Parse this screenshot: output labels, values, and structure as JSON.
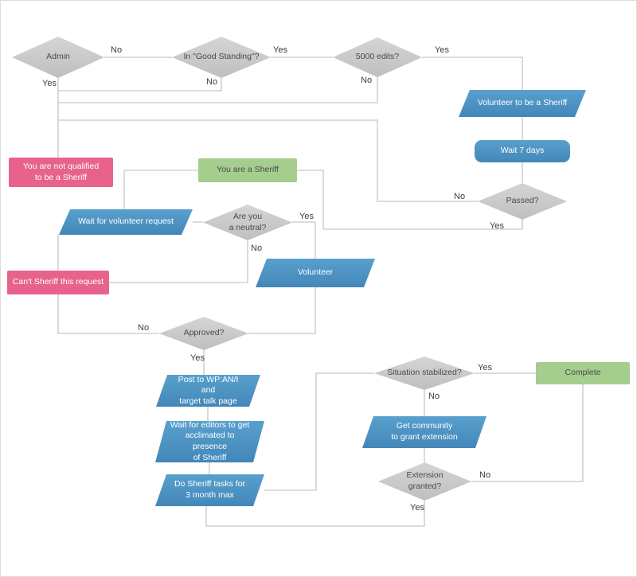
{
  "diagram": {
    "type": "flowchart",
    "colors": {
      "decision_fill": "#cbcbcb",
      "io_fill": "#4d94c4",
      "negative_fill": "#e7638b",
      "positive_fill": "#a5cd8d",
      "connector": "#c7c7c7"
    },
    "nodes": {
      "admin": {
        "type": "decision",
        "label": "Admin"
      },
      "good_standing": {
        "type": "decision",
        "label": "In \"Good Standing\"?"
      },
      "edits_5000": {
        "type": "decision",
        "label": "5000 edits?"
      },
      "volunteer_sheriff": {
        "type": "io",
        "label": "Volunteer to be a Sheriff"
      },
      "wait_7_days": {
        "type": "delay",
        "label": "Wait 7 days"
      },
      "passed": {
        "type": "decision",
        "label": "Passed?"
      },
      "not_qualified": {
        "type": "result_negative",
        "label": "You are not qualified\nto be a Sheriff"
      },
      "you_are_sheriff": {
        "type": "result_positive",
        "label": "You are a Sheriff"
      },
      "wait_volunteer": {
        "type": "io",
        "label": "Wait for volunteer request"
      },
      "are_you_neutral": {
        "type": "decision",
        "label": "Are you\na neutral?"
      },
      "volunteer": {
        "type": "io",
        "label": "Volunteer"
      },
      "cant_sheriff": {
        "type": "result_negative",
        "label": "Can't Sheriff this request"
      },
      "approved": {
        "type": "decision",
        "label": "Approved?"
      },
      "post_to_wp": {
        "type": "io",
        "label": "Post to WP:AN/I and\ntarget talk page"
      },
      "wait_editors": {
        "type": "io",
        "label": "Wait for editors to get\nacclimated to presence\nof Sheriff"
      },
      "do_sheriff_tasks": {
        "type": "io",
        "label": "Do Sheriff tasks for\n3 month max"
      },
      "situation_stabilized": {
        "type": "decision",
        "label": "Situation stabilized?"
      },
      "complete": {
        "type": "result_positive",
        "label": "Complete"
      },
      "get_community": {
        "type": "io",
        "label": "Get community\nto grant extension"
      },
      "extension_granted": {
        "type": "decision",
        "label": "Extension\ngranted?"
      }
    },
    "edges": [
      {
        "from": "admin",
        "to": "good_standing",
        "label": "No"
      },
      {
        "from": "good_standing",
        "to": "edits_5000",
        "label": "Yes"
      },
      {
        "from": "edits_5000",
        "to": "volunteer_sheriff",
        "label": "Yes"
      },
      {
        "from": "volunteer_sheriff",
        "to": "wait_7_days",
        "label": ""
      },
      {
        "from": "wait_7_days",
        "to": "passed",
        "label": ""
      },
      {
        "from": "admin",
        "to": "not_qualified",
        "label": "Yes"
      },
      {
        "from": "good_standing",
        "to": "not_qualified",
        "label": "No"
      },
      {
        "from": "edits_5000",
        "to": "not_qualified",
        "label": "No"
      },
      {
        "from": "passed",
        "to": "not_qualified",
        "label": "No"
      },
      {
        "from": "passed",
        "to": "you_are_sheriff",
        "label": "Yes"
      },
      {
        "from": "you_are_sheriff",
        "to": "wait_volunteer",
        "label": ""
      },
      {
        "from": "wait_volunteer",
        "to": "are_you_neutral",
        "label": ""
      },
      {
        "from": "are_you_neutral",
        "to": "volunteer",
        "label": "Yes"
      },
      {
        "from": "are_you_neutral",
        "to": "cant_sheriff",
        "label": "No"
      },
      {
        "from": "volunteer",
        "to": "approved",
        "label": ""
      },
      {
        "from": "approved",
        "to": "cant_sheriff",
        "label": "No"
      },
      {
        "from": "cant_sheriff",
        "to": "wait_volunteer",
        "label": ""
      },
      {
        "from": "approved",
        "to": "post_to_wp",
        "label": "Yes"
      },
      {
        "from": "post_to_wp",
        "to": "wait_editors",
        "label": ""
      },
      {
        "from": "wait_editors",
        "to": "do_sheriff_tasks",
        "label": ""
      },
      {
        "from": "do_sheriff_tasks",
        "to": "situation_stabilized",
        "label": ""
      },
      {
        "from": "situation_stabilized",
        "to": "complete",
        "label": "Yes"
      },
      {
        "from": "situation_stabilized",
        "to": "get_community",
        "label": "No"
      },
      {
        "from": "get_community",
        "to": "extension_granted",
        "label": ""
      },
      {
        "from": "extension_granted",
        "to": "complete",
        "label": "No"
      },
      {
        "from": "extension_granted",
        "to": "do_sheriff_tasks",
        "label": "Yes"
      }
    ]
  }
}
